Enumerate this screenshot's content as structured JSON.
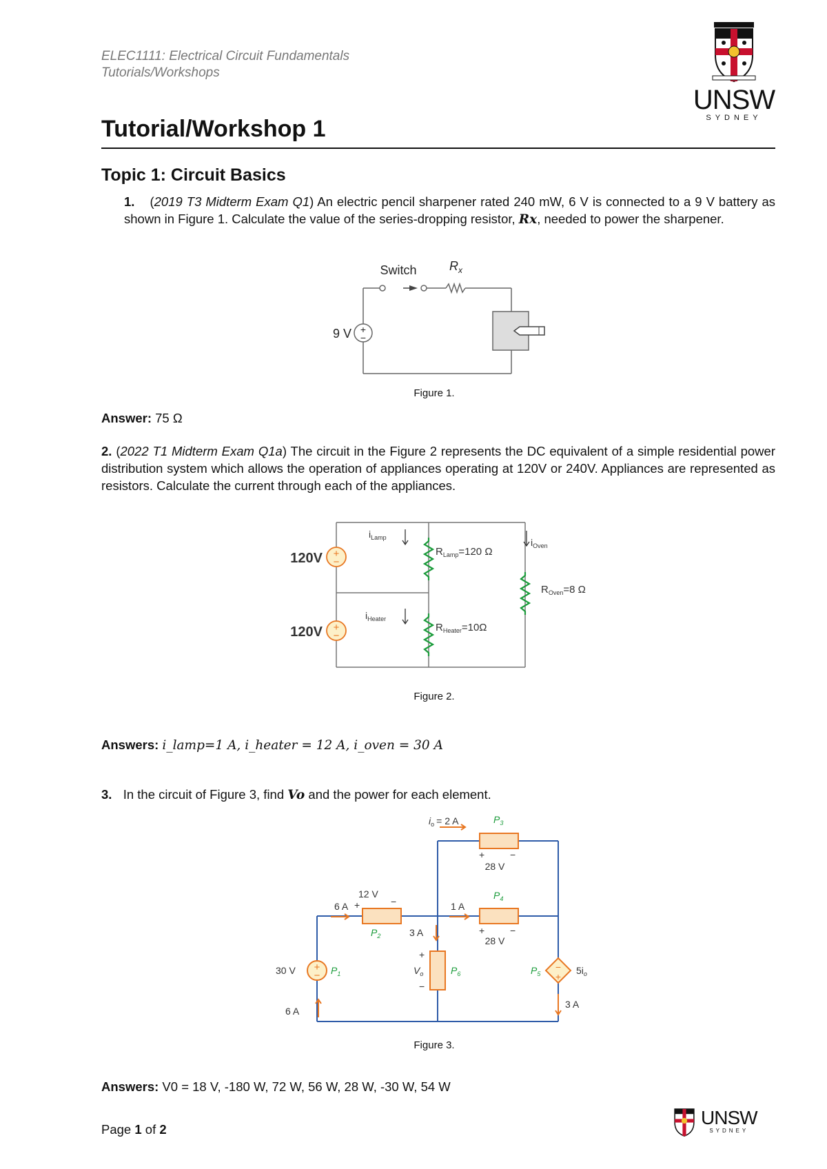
{
  "header": {
    "course": "ELEC1111: Electrical Circuit Fundamentals",
    "section": "Tutorials/Workshops"
  },
  "logo": {
    "name": "UNSW",
    "sub": "SYDNEY"
  },
  "title": "Tutorial/Workshop 1",
  "topic": "Topic 1: Circuit Basics",
  "q1": {
    "number": "1.",
    "source": "2019 T3 Midterm Exam Q1",
    "text_pre": "An electric pencil sharpener rated 240 mW, 6 V is connected to a 9 V battery as shown in Figure 1. Calculate the value of the series-dropping resistor, ",
    "var": "Rx",
    "text_post": ", needed to power the sharpener.",
    "figure": {
      "switch": "Switch",
      "rx": "R",
      "rx_sub": "x",
      "source": "9 V",
      "caption": "Figure 1."
    },
    "answer_label": "Answer:",
    "answer": "75 Ω"
  },
  "q2": {
    "number": "2.",
    "source": "2022 T1 Midterm Exam Q1a",
    "text": "The circuit in the Figure 2 represents the DC equivalent of a simple residential power distribution system which allows the operation of appliances operating at 120V or 240V. Appliances are represented as resistors. Calculate the current through each of the appliances.",
    "figure": {
      "v1": "120V",
      "v2": "120V",
      "i_lamp": "i",
      "i_lamp_sub": "Lamp",
      "i_heater": "i",
      "i_heater_sub": "Heater",
      "i_oven": "i",
      "i_oven_sub": "Oven",
      "r_lamp": "R",
      "r_lamp_sub": "Lamp",
      "r_lamp_val": "=120 Ω",
      "r_heater": "R",
      "r_heater_sub": "Heater",
      "r_heater_val": "=10Ω",
      "r_oven": "R",
      "r_oven_sub": "Oven",
      "r_oven_val": "=8 Ω",
      "caption": "Figure 2."
    },
    "answer_label": "Answers:",
    "answer": "i_lamp=1 A, i_heater = 12 A, i_oven = 30 A"
  },
  "q3": {
    "number": "3.",
    "text_pre": "In the circuit of Figure 3, find ",
    "var": "Vo",
    "text_post": " and the power for each element.",
    "figure": {
      "io": "i",
      "io_sub": "o",
      "io_val": "= 2 A",
      "p3": "P",
      "p3_sub": "3",
      "v28a": "28 V",
      "v28b": "28 V",
      "p4": "P",
      "p4_sub": "4",
      "a6": "6 A",
      "v12": "12 V",
      "a1": "1 A",
      "p2": "P",
      "p2_sub": "2",
      "a3": "3 A",
      "v30": "30 V",
      "p1": "P",
      "p1_sub": "1",
      "vo": "V",
      "vo_sub": "o",
      "p6": "P",
      "p6_sub": "6",
      "p5": "P",
      "p5_sub": "5",
      "dep": "5i",
      "dep_sub": "o",
      "a6b": "6 A",
      "a3b": "3 A",
      "plus": "+",
      "minus": "−",
      "caption": "Figure 3."
    },
    "answer_label": "Answers:",
    "answer": "V0 = 18 V, -180 W, 72 W, 56 W, 28 W, -30 W, 54 W"
  },
  "footer": {
    "page_label": "Page",
    "page": "1",
    "of": "of",
    "total": "2"
  },
  "colors": {
    "wire_blue": "#2E5BA8",
    "orange": "#E87722",
    "element_fill": "#FBE1BF",
    "green": "#1A9B3A",
    "source_yellow": "#FDF0C8"
  }
}
